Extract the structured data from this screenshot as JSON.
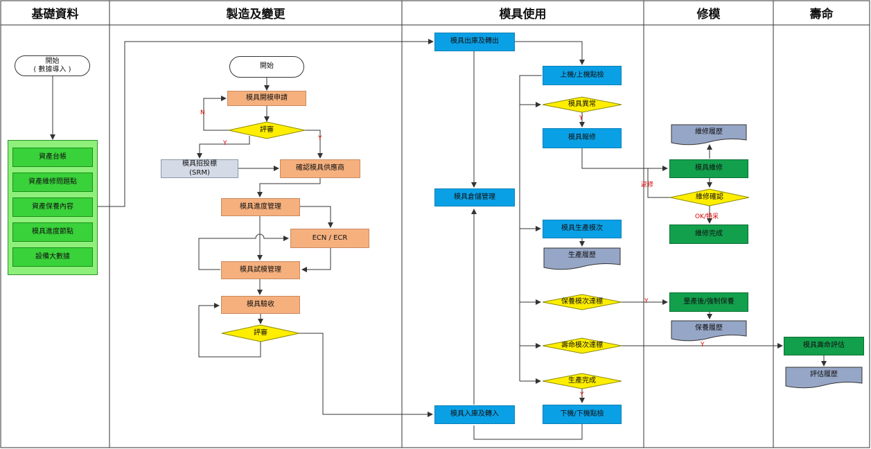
{
  "lanes": {
    "basic": "基礎資料",
    "manufacture": "製造及變更",
    "usage": "模具使用",
    "repair": "修模",
    "life": "壽命"
  },
  "basic": {
    "start": "開始\n( 數據導入 )",
    "items": [
      "資產台帳",
      "資產維修問題點",
      "資產保養內容",
      "模具進度節點",
      "設備大數據"
    ]
  },
  "manufacture": {
    "start": "開始",
    "apply": "模具開模申請",
    "review1": "評審",
    "tender": "模具招投標\n(SRM)",
    "supplier": "確認模具供應商",
    "progress": "模具進度管理",
    "ecn": "ECN / ECR",
    "trial": "模具試模管理",
    "accept": "模具驗收",
    "review2": "評審"
  },
  "usage": {
    "outbound": "模具出庫及轉出",
    "storage": "模具倉儲管理",
    "inbound": "模具入庫及轉入",
    "mount": "上機/上機點檢",
    "abnormal": "模具異常",
    "report": "模具報修",
    "count": "模具生產模次",
    "prod_history": "生產履歷",
    "maint_reach": "保養模次達標",
    "life_reach": "壽命模次達標",
    "done": "生產完成",
    "unmount": "下機/下機點檢"
  },
  "repair": {
    "history": "維修履歷",
    "repair": "模具維修",
    "confirm": "維修確認",
    "complete": "維修完成",
    "maintain": "量產後/強制保養",
    "maint_history": "保養履歷"
  },
  "life": {
    "eval": "模具壽命評估",
    "history": "評估履歷"
  },
  "labels": {
    "n": "N",
    "y_tender": "Y",
    "y_supplier": "Y",
    "y_abnormal": "Y",
    "rework": "返修",
    "ok": "OK/特采",
    "y_maint": "Y",
    "y_life": "Y",
    "y_done": "Y"
  }
}
